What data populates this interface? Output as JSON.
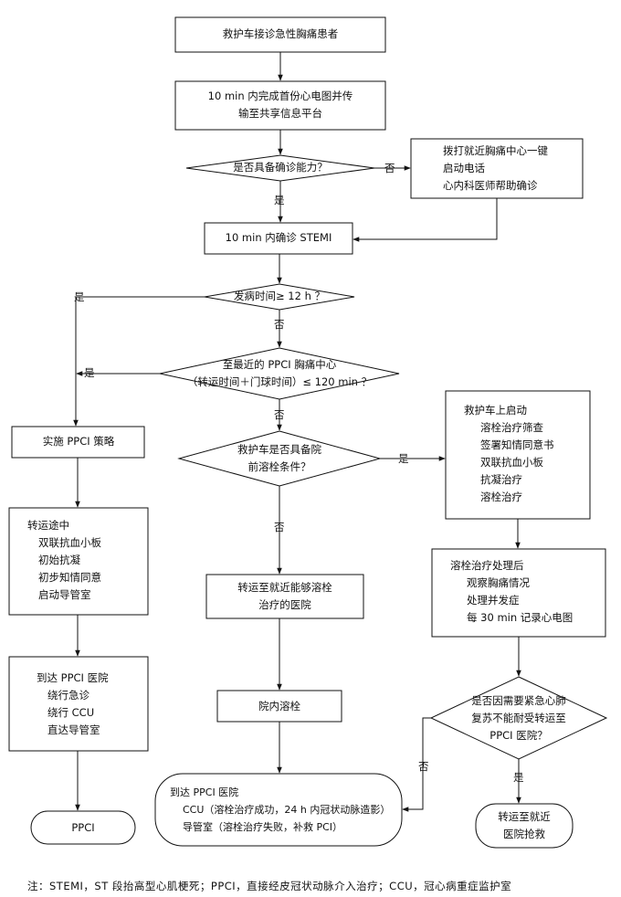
{
  "nodes": {
    "ambulance_receive": "救护车接诊急性胸痛患者",
    "ecg_line1": "10 min 内完成首份心电图并传",
    "ecg_line2": "输至共享信息平台",
    "diagnose_q": "是否具备确诊能力？",
    "help": [
      "拨打就近胸痛中心一键",
      "启动电话",
      "心内科医师帮助确诊"
    ],
    "stemi": "10 min 内确诊 STEMI",
    "onset_q": "发病时间≥ 12 h ？",
    "ppci_q_line1": "至最近的 PPCI 胸痛中心",
    "ppci_q_line2": "（转运时间＋门球时间）≤ 120 min ？",
    "ppci_strategy": "实施 PPCI 策略",
    "transit": [
      "转运途中",
      "双联抗血小板",
      "初始抗凝",
      "初步知情同意",
      "启动导管室"
    ],
    "arrive_ppci_left": [
      "到达 PPCI 医院",
      "绕行急诊",
      "绕行 CCU",
      "直达导管室"
    ],
    "ppci_terminal": "PPCI",
    "lysis_q_line1": "救护车是否具备院",
    "lysis_q_line2": "前溶栓条件？",
    "transfer_lysis_line1": "转运至就近能够溶栓",
    "transfer_lysis_line2": "治疗的医院",
    "in_hospital_lysis": "院内溶栓",
    "arrive_ppci_center": [
      "到达 PPCI 医院",
      "CCU（溶栓治疗成功，24 h 内冠状动脉造影）",
      "导管室（溶栓治疗失败，补救 PCI）"
    ],
    "on_ambulance": [
      "救护车上启动",
      "溶栓治疗筛查",
      "签署知情同意书",
      "双联抗血小板",
      "抗凝治疗",
      "溶栓治疗"
    ],
    "after_lysis": [
      "溶栓治疗处理后",
      "观察胸痛情况",
      "处理并发症",
      "每 30 min 记录心电图"
    ],
    "emergency_q": [
      "是否因需要紧急心肺",
      "复苏不能耐受转运至",
      "PPCI 医院？"
    ],
    "nearest_rescue": [
      "转运至就近",
      "医院抢救"
    ]
  },
  "edge_labels": {
    "yes": "是",
    "no": "否"
  },
  "footnote": "注：STEMI，ST 段抬高型心肌梗死；PPCI，直接经皮冠状动脉介入治疗；CCU，冠心病重症监护室"
}
